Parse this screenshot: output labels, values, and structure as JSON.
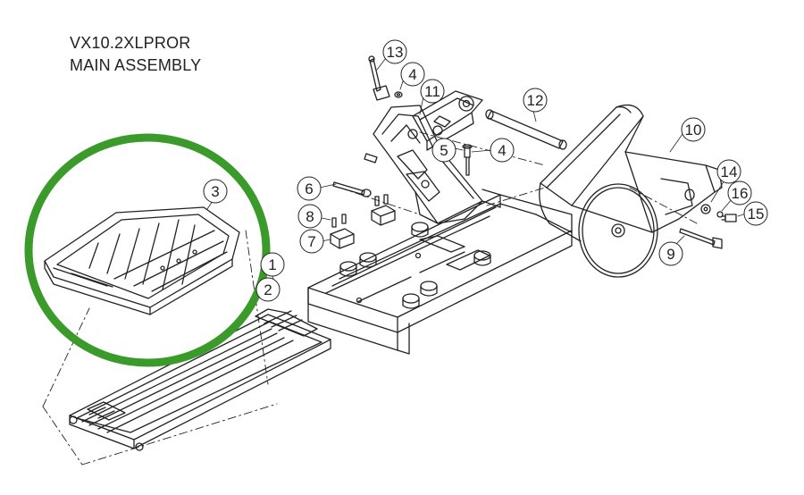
{
  "title": {
    "model": "VX10.2XLPROR",
    "subtitle": "MAIN ASSEMBLY"
  },
  "highlight": {
    "color": "#3a9a2a",
    "target_part": "3"
  },
  "callouts": [
    {
      "id": "c1",
      "label": "1"
    },
    {
      "id": "c2",
      "label": "2"
    },
    {
      "id": "c3",
      "label": "3"
    },
    {
      "id": "c4a",
      "label": "4"
    },
    {
      "id": "c4b",
      "label": "4"
    },
    {
      "id": "c5",
      "label": "5"
    },
    {
      "id": "c6",
      "label": "6"
    },
    {
      "id": "c7",
      "label": "7"
    },
    {
      "id": "c8",
      "label": "8"
    },
    {
      "id": "c9",
      "label": "9"
    },
    {
      "id": "c10",
      "label": "10"
    },
    {
      "id": "c11",
      "label": "11"
    },
    {
      "id": "c12",
      "label": "12"
    },
    {
      "id": "c13",
      "label": "13"
    },
    {
      "id": "c14",
      "label": "14"
    },
    {
      "id": "c15",
      "label": "15"
    },
    {
      "id": "c16",
      "label": "16"
    }
  ]
}
